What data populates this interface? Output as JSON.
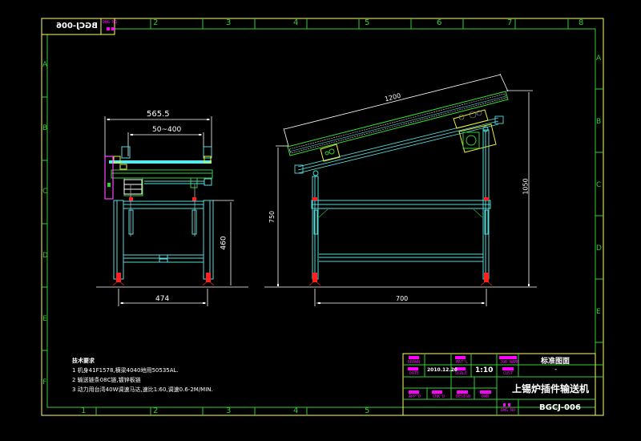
{
  "drawing": {
    "background": "#000000",
    "colors": {
      "border": "#ffff66",
      "grid": "#33cc33",
      "frame": "#55dddd",
      "dimension": "#ffffff",
      "feet": "#ff2020",
      "label": "#ff00ff",
      "bracket": "#eeee33"
    },
    "header_stamp": {
      "drawing_no_mirrored": "BGCJ-006",
      "small_label": "DWG NO"
    },
    "grid": {
      "columns_top": [
        "2",
        "3",
        "4",
        "5",
        "6",
        "7",
        "8"
      ],
      "columns_bottom": [
        "1",
        "2",
        "3",
        "4",
        "5"
      ],
      "rows_left": [
        "A",
        "B",
        "C",
        "D",
        "E",
        "F"
      ],
      "rows_right": [
        "A",
        "B",
        "C",
        "D",
        "E"
      ]
    }
  },
  "front_view": {
    "dimensions": {
      "overall_width": "565.5",
      "adjustable_width": "50~400",
      "frame_height": "460",
      "leg_spacing": "474"
    }
  },
  "side_view": {
    "dimensions": {
      "conveyor_length": "1200",
      "low_end_height": "750",
      "high_end_height": "1050",
      "leg_spacing": "700"
    }
  },
  "technical_notes": {
    "title": "技术要求",
    "items": [
      "1 机身41F1578,横梁4040地用50535AL.",
      "2 输送链条08C链,镀锌板链",
      "3 动力用台湾40W调速马达,速比1:60,调速0.6-2M/MIN."
    ]
  },
  "title_block": {
    "labels": {
      "drawn": "DRAWN",
      "date": "DATE",
      "matl": "MAT'L",
      "scale": "SCALE",
      "job_name": "JOB NAME",
      "cust": "CUST",
      "appd": "APP'D",
      "chkd": "CHK'D",
      "design": "DESIGN",
      "dwn": "DWN",
      "dwg_no": "DWG NO"
    },
    "date_value": "2010.12.20",
    "scale_value": "1:10",
    "job_name_value": "标准图面",
    "cust_value": "-",
    "title": "上锡炉插件输送机",
    "drawing_number": "BGCJ-006"
  }
}
